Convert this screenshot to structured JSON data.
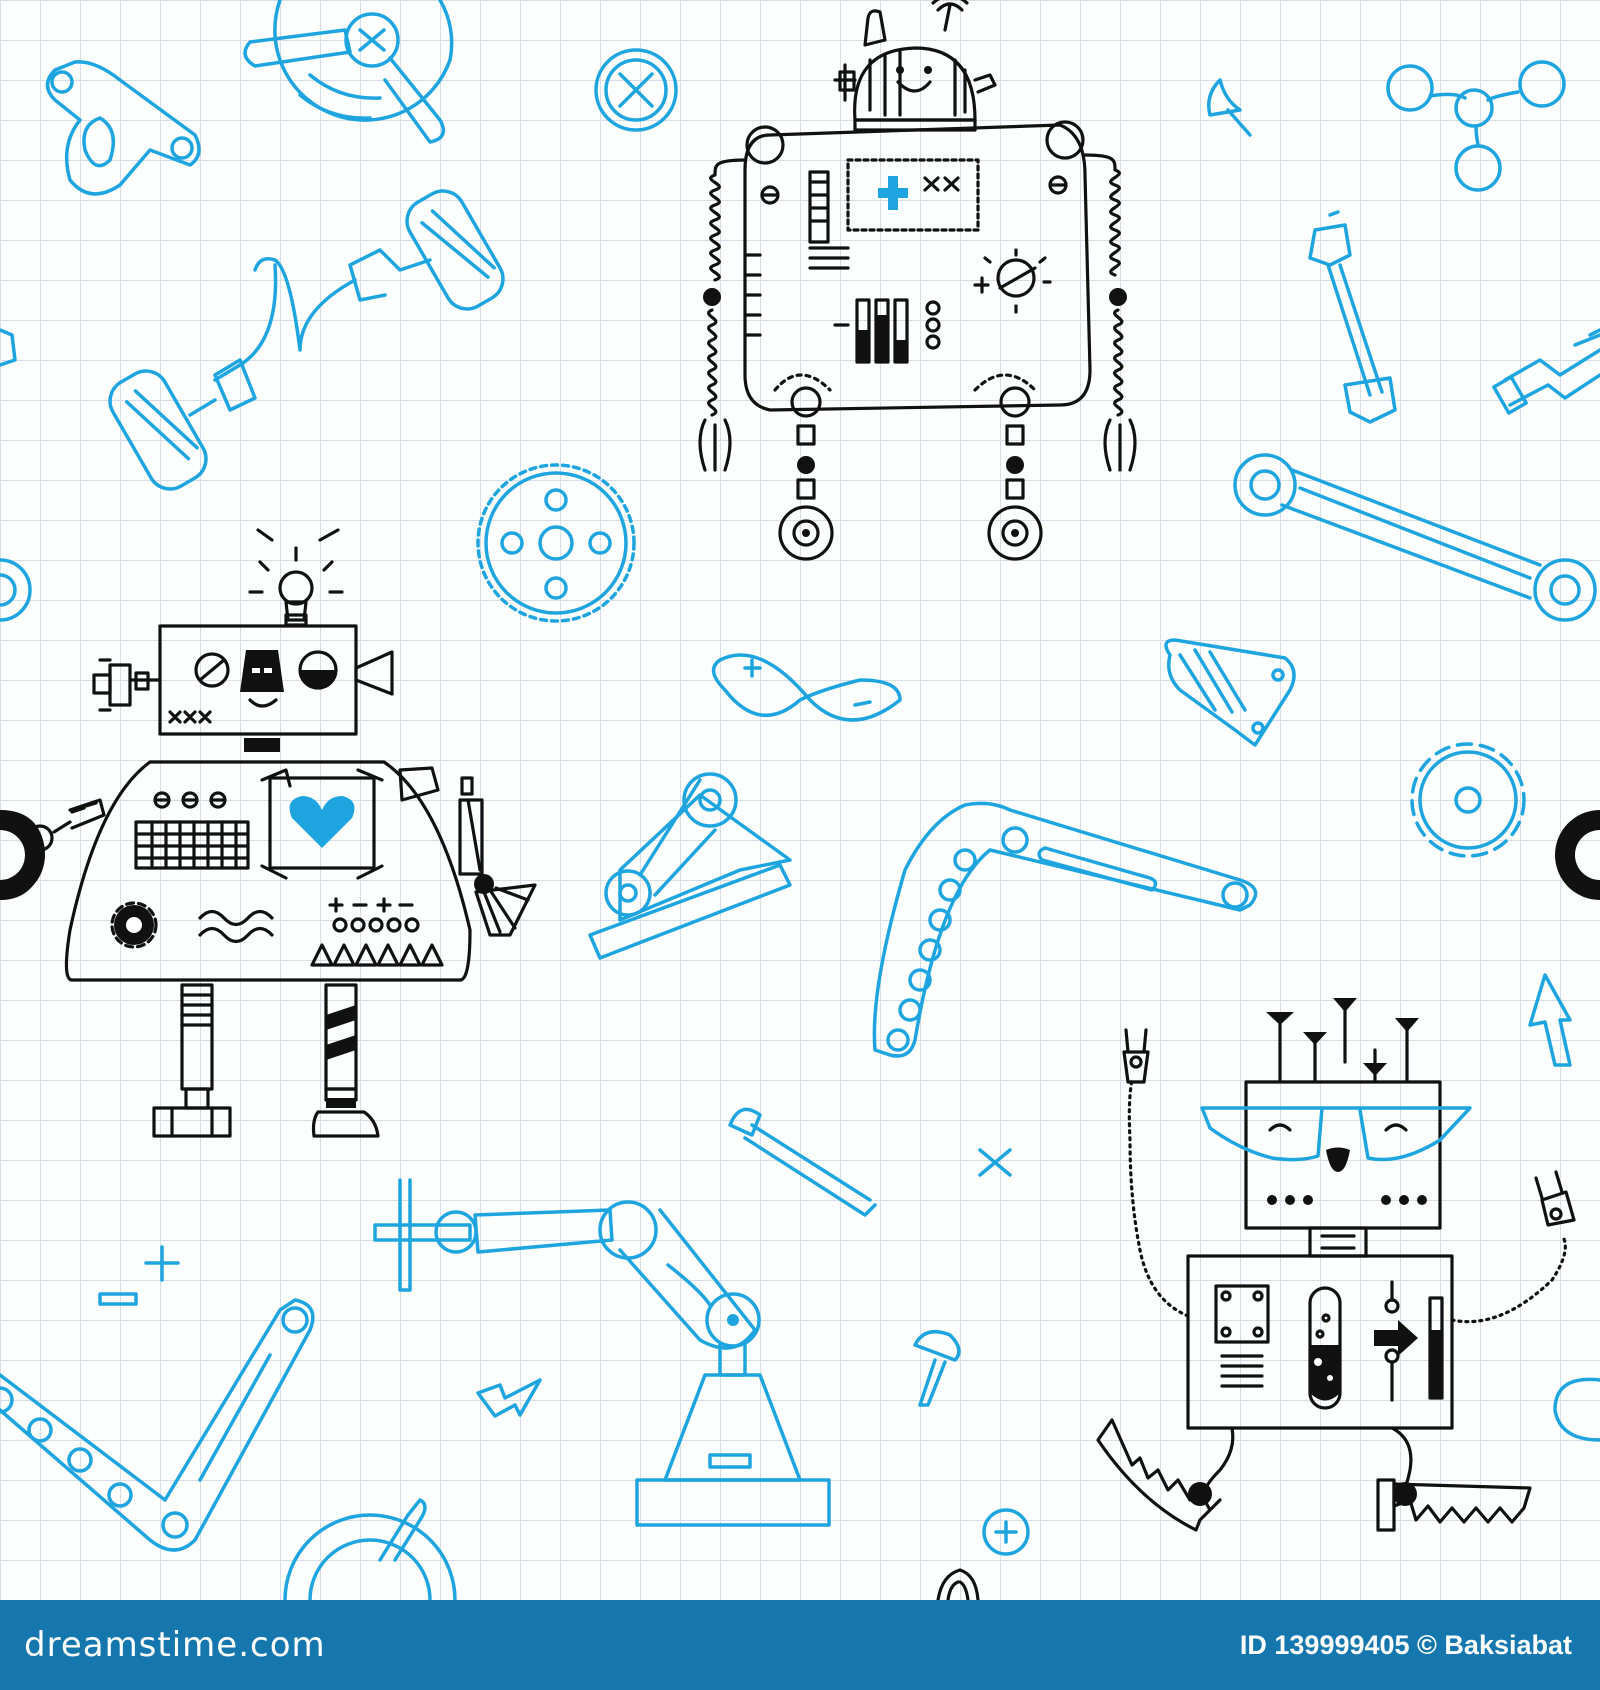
{
  "footer": {
    "site": "dreamstime.com",
    "credit": "ID 139999405 © Baksiabat"
  },
  "colors": {
    "background": "#fdfefe",
    "grid": "#d6dde6",
    "accent_blue": "#1ea5df",
    "ink": "#111111",
    "footer_bg": "#1577ad"
  },
  "illustration": {
    "robots": [
      "antenna-robot",
      "lightbulb-robot",
      "glasses-robot"
    ],
    "parts": [
      "gear",
      "wrench",
      "bolt",
      "screw",
      "robotic-arm",
      "link-bar",
      "plug",
      "arrow"
    ]
  }
}
